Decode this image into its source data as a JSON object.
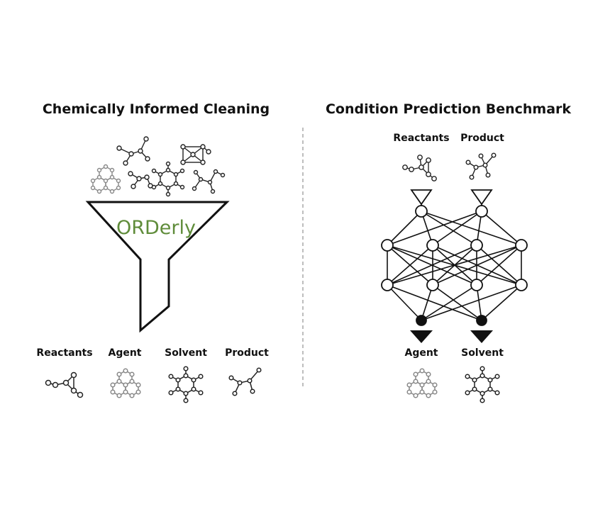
{
  "left": {
    "title": "Chemically Informed Cleaning",
    "funnel_label": "ORDerly",
    "funnel_label_color": "#5f8c3a",
    "categories": [
      "Reactants",
      "Agent",
      "Solvent",
      "Product"
    ]
  },
  "right": {
    "title": "Condition Prediction Benchmark",
    "inputs": [
      "Reactants",
      "Product"
    ],
    "outputs": [
      "Agent",
      "Solvent"
    ]
  },
  "colors": {
    "ink": "#111111",
    "light_ink": "#8a8a8a",
    "divider": "#9a9a9a"
  }
}
